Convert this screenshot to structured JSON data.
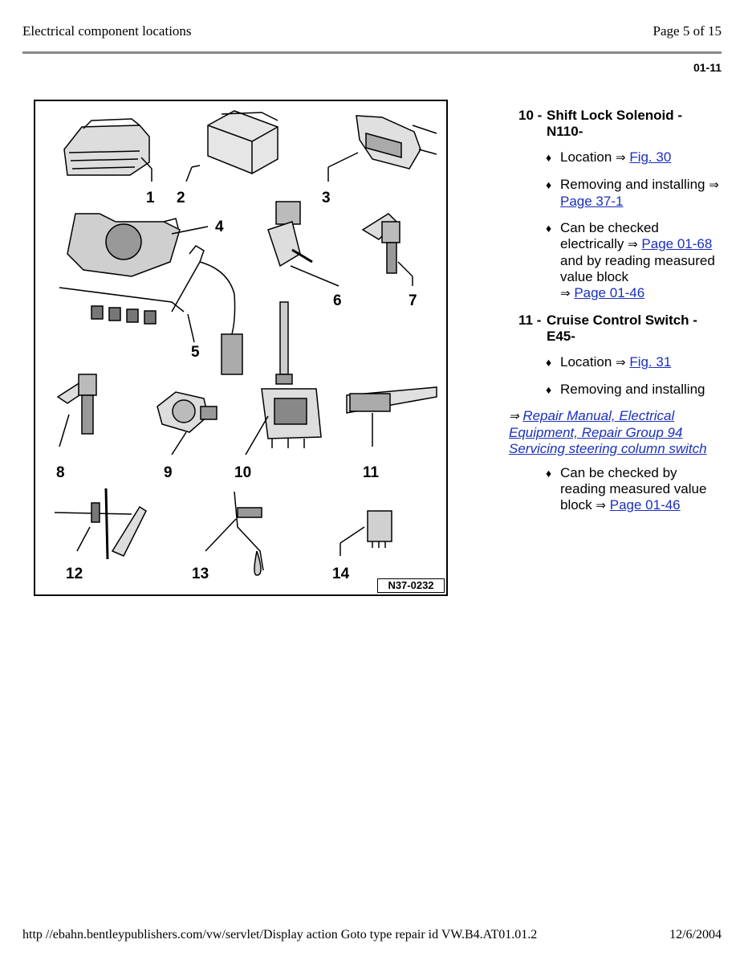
{
  "header": {
    "title": "Electrical component locations",
    "page": "Page 5 of 15",
    "page_id": "01-11"
  },
  "figure": {
    "numbers": [
      "1",
      "2",
      "3",
      "4",
      "5",
      "6",
      "7",
      "8",
      "9",
      "10",
      "11",
      "12",
      "13",
      "14"
    ],
    "code": "N37-0232"
  },
  "items": [
    {
      "number": "10 -",
      "title": "Shift Lock Solenoid - N110-",
      "bullets": [
        {
          "text": "Location ",
          "arrow": "⇒",
          "link": "Fig. 30"
        },
        {
          "text": "Removing and installing ",
          "arrow": "⇒",
          "link": "Page 37-1"
        },
        {
          "text": "Can be checked electrically ",
          "arrow": "⇒",
          "link": "Page 01-68",
          "tail": " and by reading measured value block",
          "arrow2": "⇒",
          "link2": "Page 01-46"
        }
      ]
    },
    {
      "number": "11 -",
      "title": "Cruise Control Switch - E45-",
      "bullets": [
        {
          "text": "Location ",
          "arrow": "⇒",
          "link": "Fig. 31"
        },
        {
          "text": "Removing and installing"
        }
      ],
      "reference": {
        "arrow": "⇒",
        "link": "Repair Manual, Electrical Equipment, Repair Group 94 Servicing steering column switch"
      },
      "bullets_after": [
        {
          "text": "Can be checked by reading measured value block ",
          "arrow": "⇒",
          "link": "Page 01-46"
        }
      ]
    }
  ],
  "footer": {
    "url": "http //ebahn.bentleypublishers.com/vw/servlet/Display action Goto type repair id VW.B4.AT01.01.2",
    "date": "12/6/2004"
  },
  "icons": [
    "diamond-bullet-icon",
    "right-arrow-icon"
  ],
  "colors": {
    "link": "#1a2fbf",
    "rule": "#8a8a8a"
  }
}
